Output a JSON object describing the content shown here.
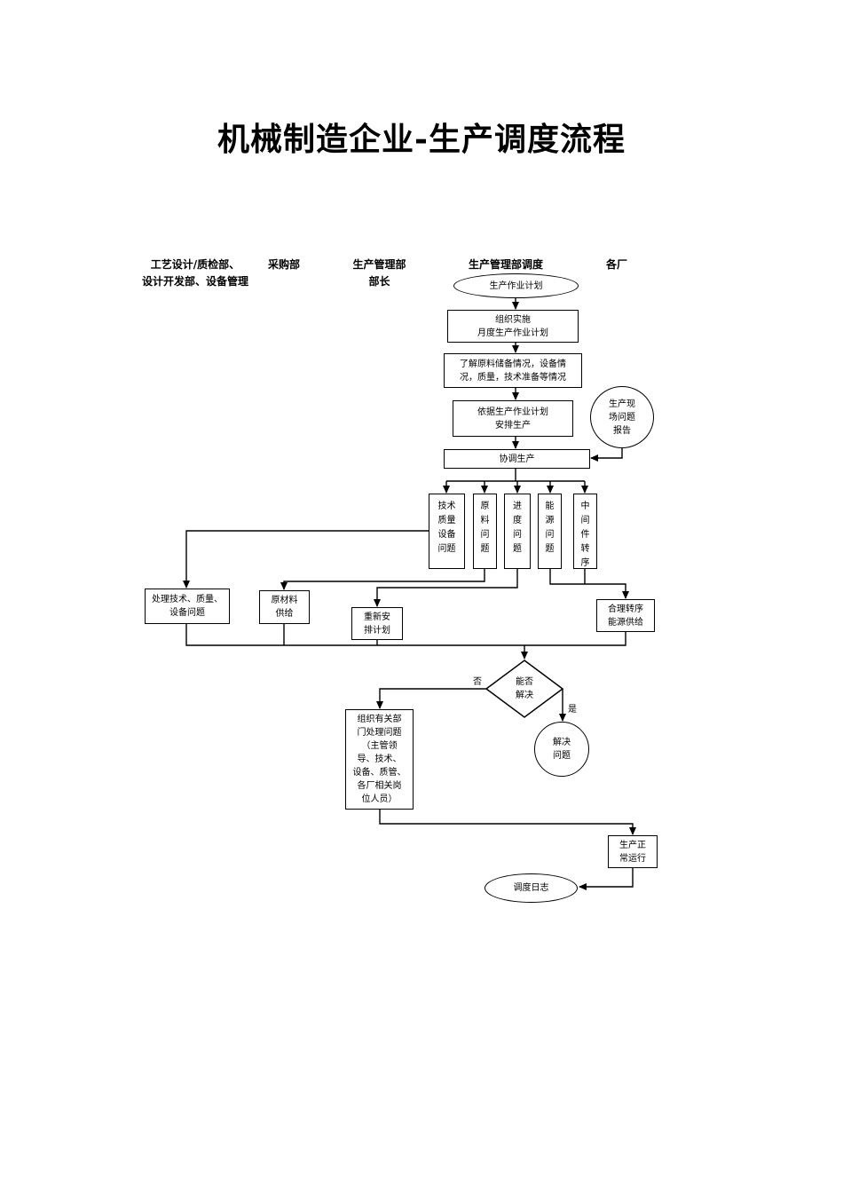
{
  "title": "机械制造企业-生产调度流程",
  "lanes": {
    "craft": "工艺设计/质检部、\n设计开发部、设备管理",
    "purchase": "采购部",
    "prod_head": "生产管理部\n部长",
    "prod_dispatch": "生产管理部调度",
    "factories": "各厂"
  },
  "nodes": {
    "plan": "生产作业计划",
    "organize": "组织实施\n月度生产作业计划",
    "understand": "了解原料储备情况，设备情\n况，质量，技术准备等情况",
    "arrange": "依据生产作业计划\n安排生产",
    "report": "生产现\n场问题\n报告",
    "coordinate": "协调生产",
    "p_tech": "技术\n质量\n设备\n问题",
    "p_material": "原\n料\n问\n题",
    "p_progress": "进\n度\n问\n题",
    "p_energy": "能\n源\n问\n题",
    "p_middle": "中\n间\n件\n转\n序",
    "handle_tech": "处理技术、质量、\n设备问题",
    "material_supply": "原材料\n供给",
    "replan": "重新安\n排计划",
    "transfer": "合理转序\n能源供给",
    "decide": "能否\n解决",
    "solved": "解决\n问题",
    "org_depts": "组织有关部\n门处理问题\n（主管领\n导、技术、\n设备、质管、\n各厂相关岗\n位人员）",
    "normal": "生产正\n常运行",
    "log": "调度日志"
  },
  "edges": {
    "no": "否",
    "yes": "是"
  }
}
